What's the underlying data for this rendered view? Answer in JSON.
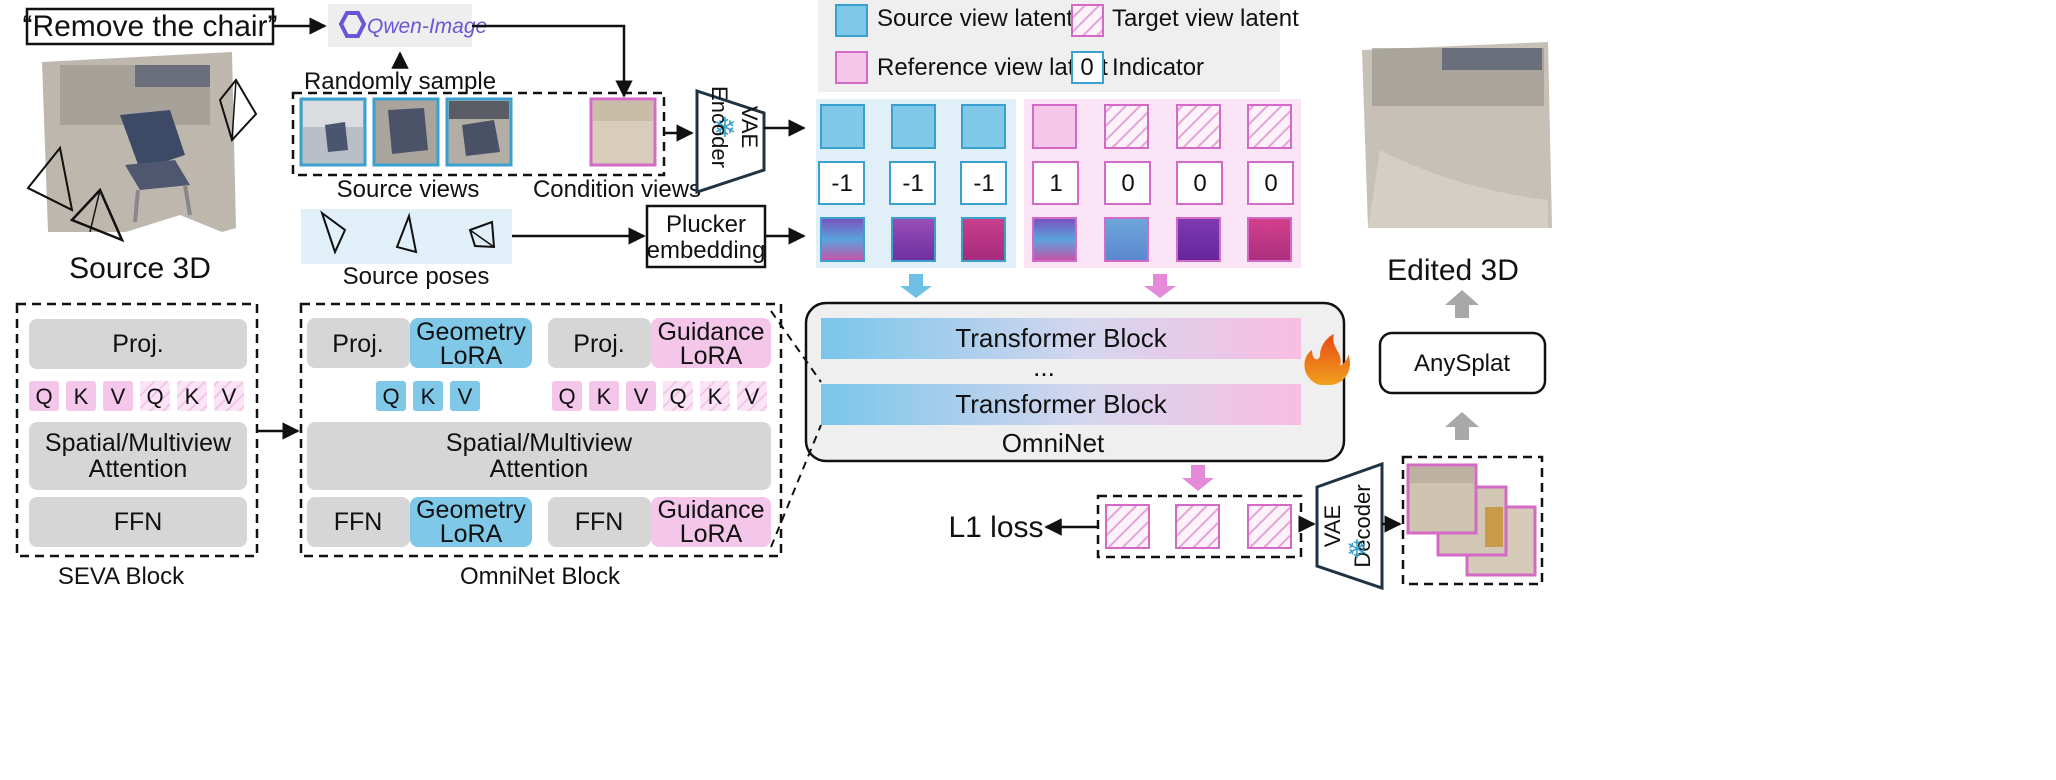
{
  "prompt": "“Remove the chair”",
  "qwen_label": "Qwen-Image",
  "randomly_sample": "Randomly sample",
  "source_views": "Source views",
  "condition_views": "Condition views",
  "source_poses": "Source poses",
  "source_3d": "Source 3D",
  "edited_3d": "Edited 3D",
  "vae_encoder": [
    "VAE",
    "Encoder"
  ],
  "vae_decoder": [
    "VAE",
    "Decoder"
  ],
  "plucker": [
    "Plucker",
    "embedding"
  ],
  "legend": {
    "source": "Source view latent",
    "target": "Target view latent",
    "reference": "Reference view latent",
    "indicator": "Indicator",
    "indicator_value": "0"
  },
  "indicators": [
    "-1",
    "-1",
    "-1",
    "1",
    "0",
    "0",
    "0"
  ],
  "omninet": {
    "title": "OmniNet",
    "blocks": [
      "Transformer Block",
      "...",
      "Transformer Block"
    ]
  },
  "anysplat": "AnySplat",
  "l1_loss": "L1 loss",
  "seva": {
    "caption": "SEVA Block",
    "proj": "Proj.",
    "qkv": [
      "Q",
      "K",
      "V",
      "Q",
      "K",
      "V"
    ],
    "attention": [
      "Spatial/Multiview",
      "Attention"
    ],
    "ffn": "FFN"
  },
  "omni_block": {
    "caption": "OmniNet Block",
    "proj": "Proj.",
    "geometry_lora": [
      "Geometry",
      "LoRA"
    ],
    "guidance_lora": [
      "Guidance",
      "LoRA"
    ],
    "qkv_left": [
      "Q",
      "K",
      "V"
    ],
    "qkv_right": [
      "Q",
      "K",
      "V",
      "Q",
      "K",
      "V"
    ],
    "attention": [
      "Spatial/Multiview",
      "Attention"
    ],
    "ffn": "FFN"
  },
  "colors": {
    "source_blue": "#7fc8e8",
    "source_border": "#3aa0d0",
    "target_pink": "#f4c6ea",
    "target_border": "#d36ac6",
    "grey_block": "#d6d6d6",
    "legend_bg": "#efefef",
    "light_blue_bg": "#e1eff8",
    "light_pink_bg": "#fbe4f5",
    "qwen_purple": "#6b55d6",
    "arrow_grey": "#a8a8a8"
  }
}
